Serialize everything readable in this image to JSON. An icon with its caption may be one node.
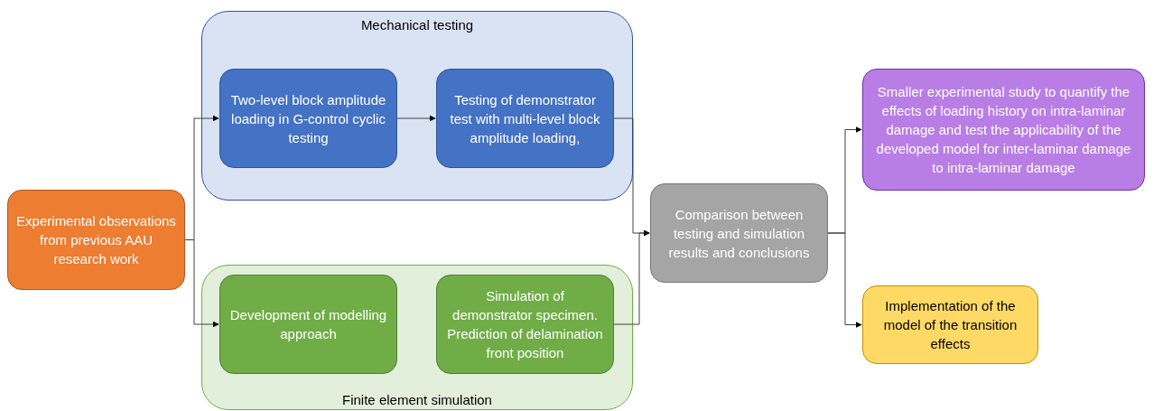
{
  "diagram": {
    "nodes": [
      {
        "text": [
          "Experimental observations from previous AAU research work"
        ]
      },
      {
        "text": [
          "Mechanical testing"
        ]
      },
      {
        "text": [
          "Two-level block amplitude loading in G-control cyclic testing"
        ],
        "in": 1
      },
      {
        "text": [
          "Testing of demonstrator test with multi-level block amplitude loading,"
        ],
        "in": 1
      },
      {
        "text": [
          "Finite element simulation"
        ]
      },
      {
        "text": [
          "Development of modelling approach"
        ],
        "in": 4
      },
      {
        "text": [
          "Simulation of demonstrator specimen. Prediction of delamination front position"
        ],
        "in": 4
      },
      {
        "text": [
          "Comparison between testing and simulation results and conclusions"
        ]
      },
      {
        "text": [
          "Smaller experimental study to quantify the effects of loading history on intra-laminar damage and test the applicability of the developed model for inter-laminar damage to intra-laminar damage"
        ]
      },
      {
        "text": [
          "Implementation of the model of the transition effects"
        ]
      }
    ],
    "edges": [
      {
        "from": 0,
        "to": 2,
        "arrow": "to"
      },
      {
        "from": 0,
        "to": 5,
        "arrow": "to"
      },
      {
        "from": 2,
        "to": 3,
        "arrow": "to"
      },
      {
        "from": 3,
        "to": 7,
        "arrow": "to"
      },
      {
        "from": 6,
        "to": 7,
        "arrow": "to"
      },
      {
        "from": 7,
        "to": 8,
        "arrow": "to"
      },
      {
        "from": 7,
        "to": 9,
        "arrow": "to"
      }
    ]
  }
}
